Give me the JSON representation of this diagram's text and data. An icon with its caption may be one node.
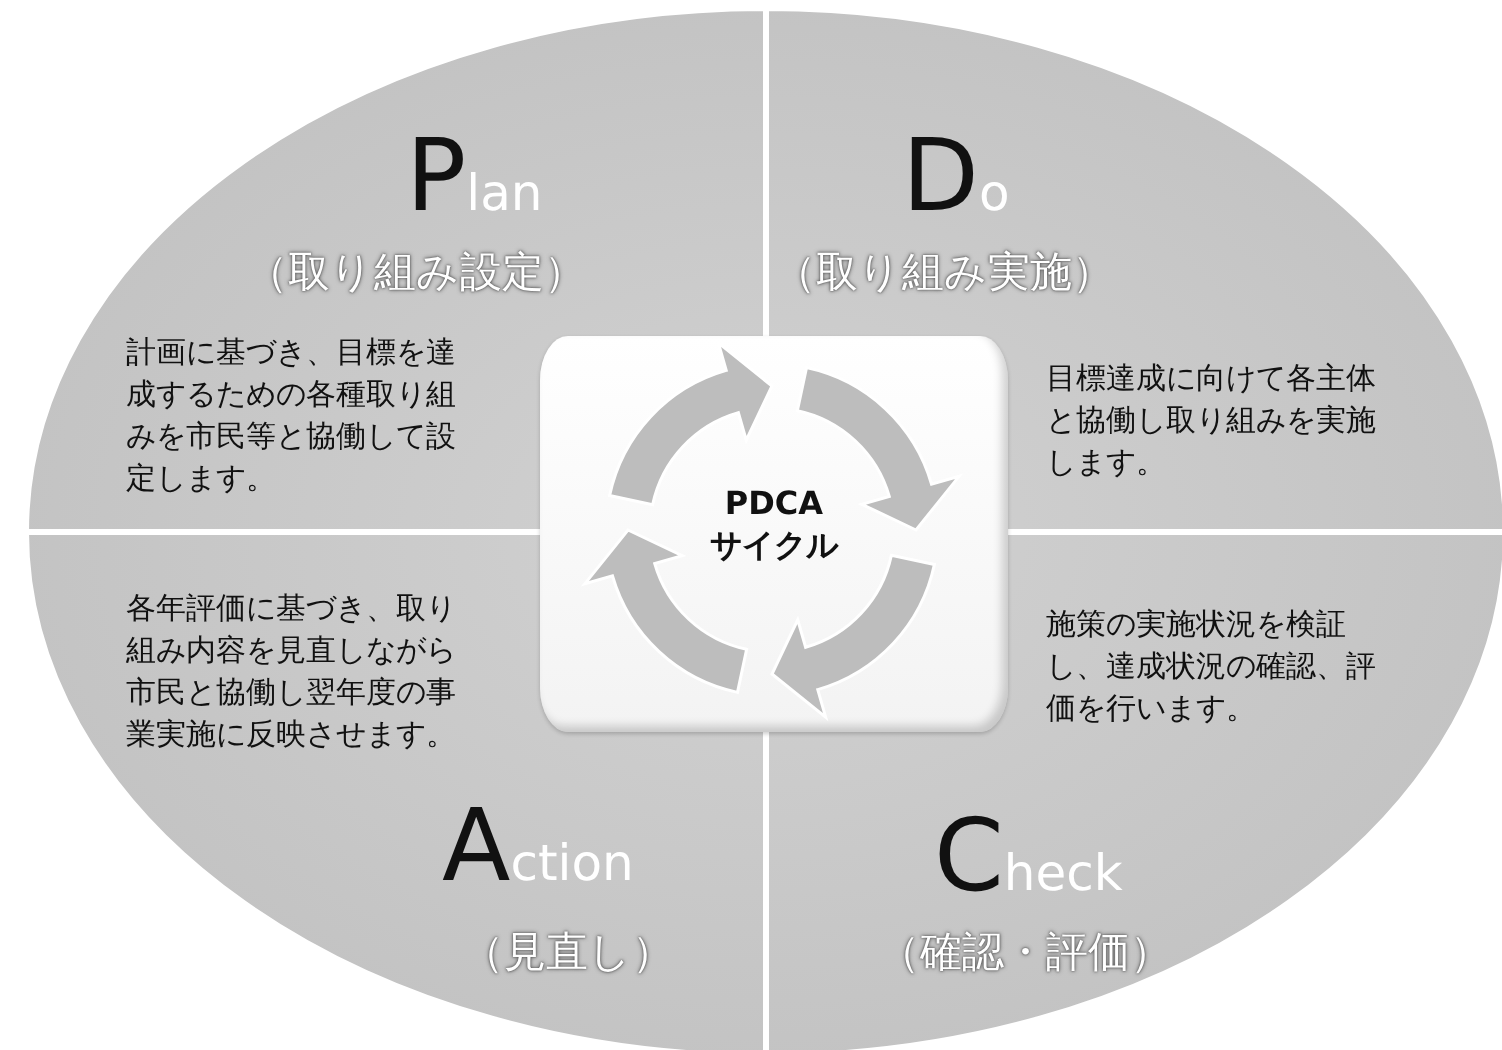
{
  "diagram": {
    "nodes": [
      {
        "text": [
          "Plan",
          "（取り組み設定）",
          "計画に基づき、目標を達成するための各種取り組みを市民等と協働して設定します。"
        ]
      },
      {
        "text": [
          "Do",
          "（取り組み実施）",
          "目標達成に向けて各主体と協働し取り組みを実施します。"
        ]
      },
      {
        "text": [
          "各年評価に基づき、取り組み内容を見直しながら市民と協働し翌年度の事業実施に反映させます。",
          "Action",
          "（見直し）"
        ]
      },
      {
        "text": [
          "施策の実施状況を検証し、達成状況の確認、評価を行います。",
          "Check",
          "（確認・評価）"
        ]
      },
      {
        "text": [
          "PDCA サイクル"
        ]
      }
    ]
  }
}
